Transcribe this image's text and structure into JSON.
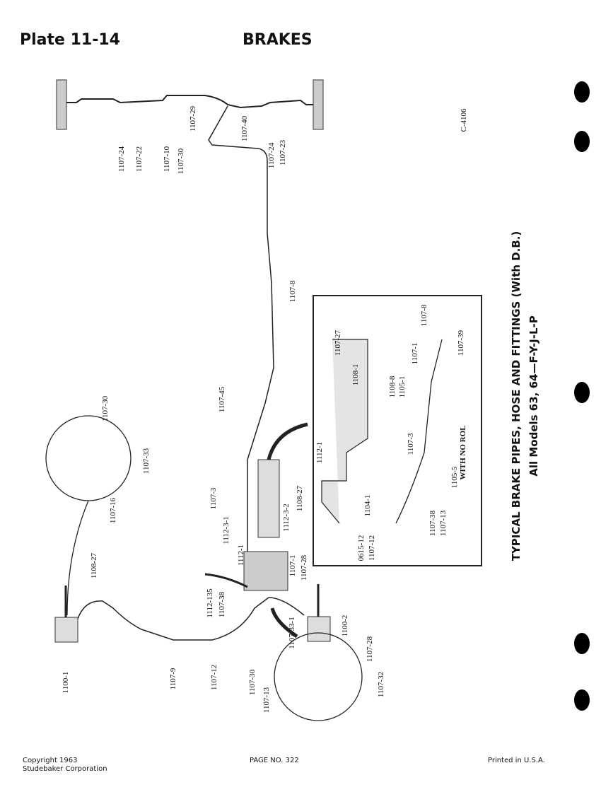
{
  "header": {
    "plate": "Plate 11-14",
    "section": "BRAKES"
  },
  "figure_code": "C-4106",
  "title": {
    "line1": "TYPICAL BRAKE PIPES, HOSE AND FITTINGS (With D.B.)",
    "line2": "All Models 63, 64—F-Y-J-L-P"
  },
  "labels": {
    "rear": [
      "1107-24",
      "1107-22",
      "1107-10",
      "1107-30",
      "1107-29",
      "1107-40",
      "1107-24",
      "1107-23"
    ],
    "main": [
      "1107-8",
      "1107-45",
      "1107-3",
      "1112-3-1",
      "1112-3-2",
      "1108-27",
      "1112-1",
      "1112-135",
      "1107-38",
      "1107-1",
      "1107-28",
      "1107-33-1",
      "1100-2",
      "1100-1",
      "1107-9",
      "1107-12",
      "1108-27"
    ],
    "detail_top": [
      "1107-30",
      "1107-33",
      "1107-16"
    ],
    "detail_bottom": [
      "1107-30",
      "1107-13",
      "1107-28",
      "1107-32"
    ],
    "inset": [
      "1107-27",
      "1108-1",
      "1112-1",
      "1108-8",
      "1105-1",
      "1107-8",
      "1107-1",
      "1107-39",
      "1107-3",
      "1105-5",
      "WITH NO ROL",
      "1104-1",
      "0615-12",
      "1107-12",
      "1107-38",
      "1107-13"
    ]
  },
  "footer": {
    "copyright": "Copyright 1963",
    "company": "Studebaker Corporation",
    "page": "PAGE NO. 322",
    "printed": "Printed in U.S.A."
  }
}
